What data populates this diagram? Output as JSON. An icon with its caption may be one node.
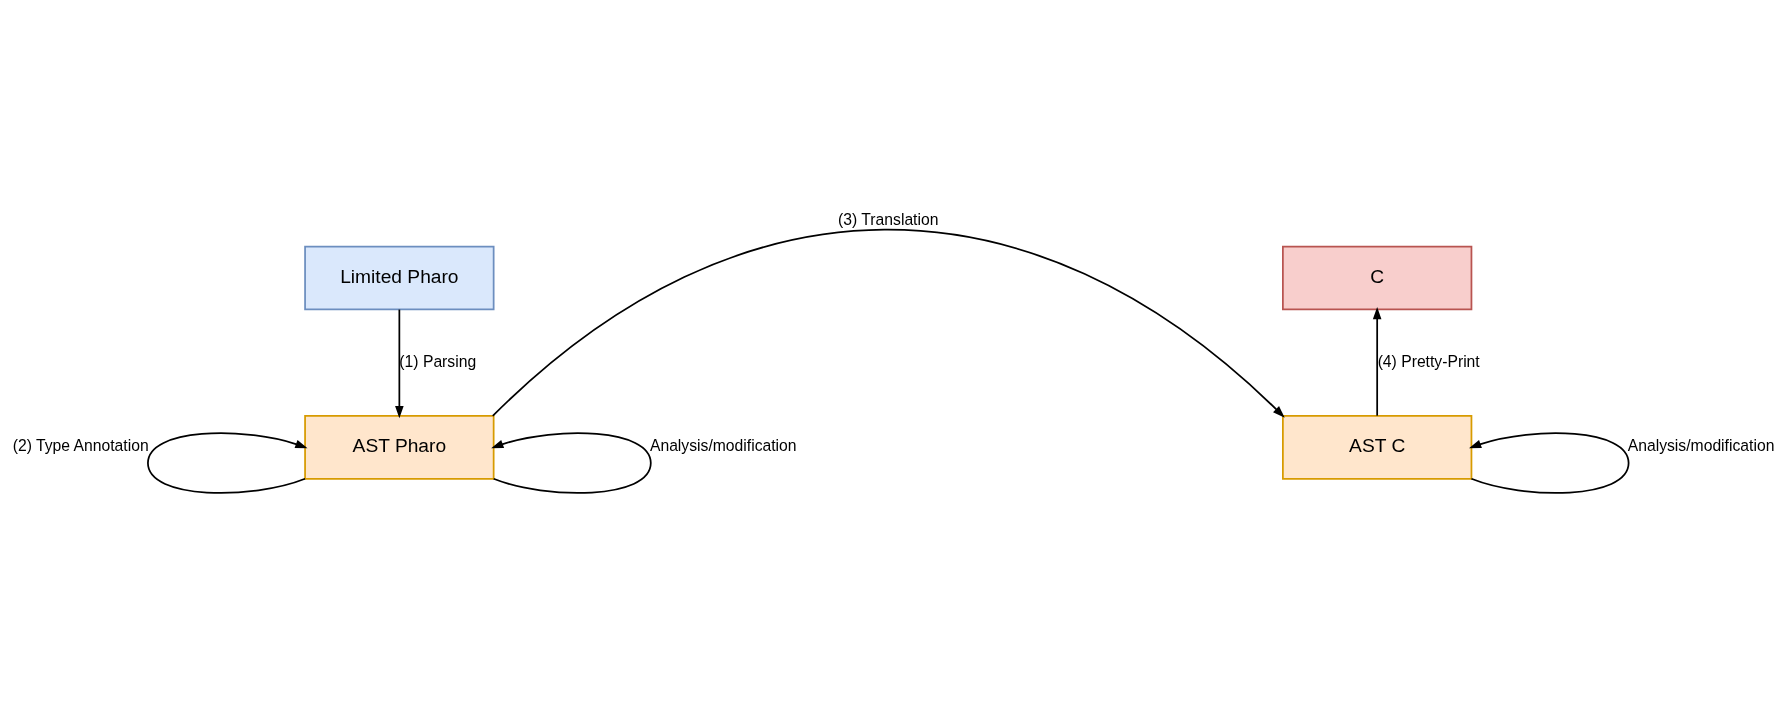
{
  "diagram": {
    "nodes": [
      {
        "text": [
          "Limited Pharo"
        ]
      },
      {
        "text": [
          "AST Pharo"
        ]
      },
      {
        "text": [
          "C"
        ]
      },
      {
        "text": [
          "AST C"
        ]
      }
    ],
    "edges": [
      {
        "from": 0,
        "to": 1,
        "arrow": "to",
        "label": "(1) Parsing"
      },
      {
        "from": 1,
        "to": 1,
        "arrow": "to",
        "label": "(2) Type Annotation"
      },
      {
        "from": 1,
        "to": 1,
        "arrow": "to",
        "label": "Analysis/modification"
      },
      {
        "from": 1,
        "to": 3,
        "arrow": "to",
        "label": "(3) Translation"
      },
      {
        "from": 3,
        "to": 2,
        "arrow": "to",
        "label": "(4) Pretty-Print"
      },
      {
        "from": 3,
        "to": 3,
        "arrow": "to",
        "label": "Analysis/modification"
      }
    ]
  }
}
